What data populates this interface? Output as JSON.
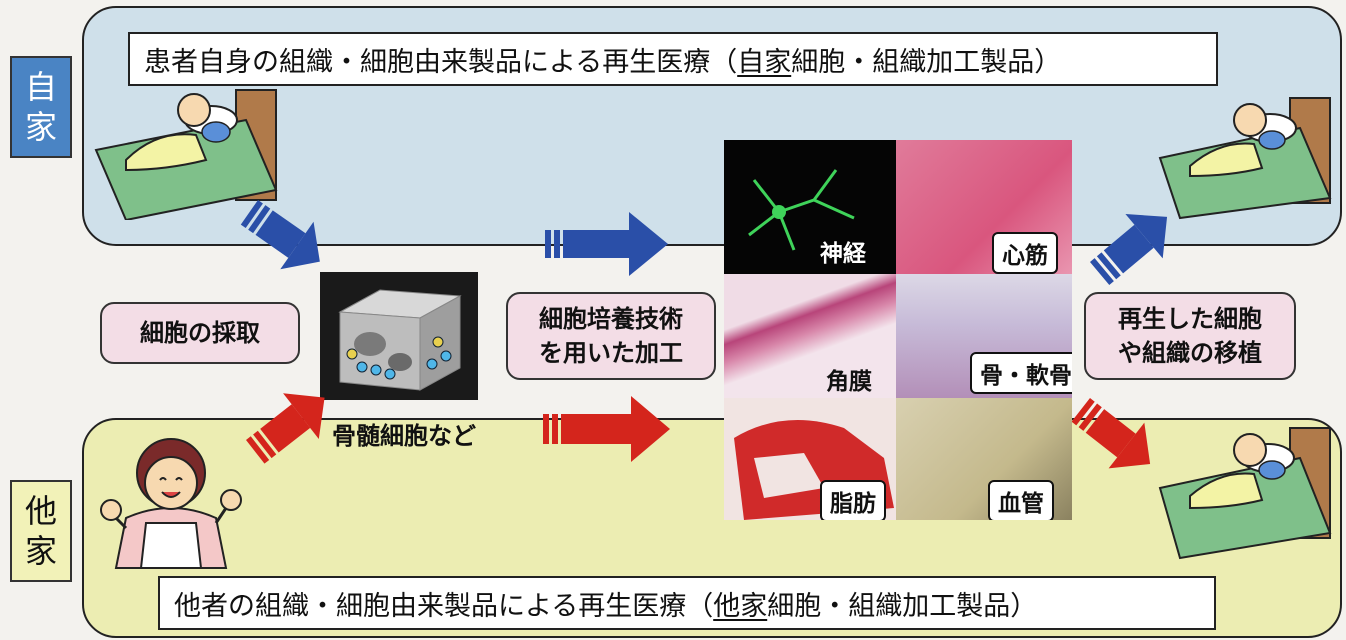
{
  "labels": {
    "side_top": [
      "自",
      "家"
    ],
    "side_bottom": [
      "他",
      "家"
    ]
  },
  "titles": {
    "top_prefix": "患者自身の組織・細胞由来製品による再生医療（",
    "top_underlined": "自家",
    "top_suffix": "細胞・組織加工製品）",
    "bottom_prefix": "他者の組織・細胞由来製品による再生医療（",
    "bottom_underlined": "他家",
    "bottom_suffix": "細胞・組織加工製品）"
  },
  "steps": {
    "collection": "細胞の採取",
    "processing": "細胞培養技術\nを用いた加工",
    "transplant": "再生した細胞\nや組織の移植"
  },
  "caption_bone_marrow": "骨髄細胞など",
  "tissues": [
    {
      "name": "神経",
      "style": "plain"
    },
    {
      "name": "心筋",
      "style": "boxed"
    },
    {
      "name": "角膜",
      "style": "plain"
    },
    {
      "name": "骨・軟骨",
      "style": "boxed"
    },
    {
      "name": "脂肪",
      "style": "boxed"
    },
    {
      "name": "血管",
      "style": "boxed"
    }
  ],
  "colors": {
    "top_panel": "#cfe0ea",
    "bottom_panel": "#ecedb2",
    "blue_arrow": "#2a4fa8",
    "red_arrow": "#d4251c",
    "pill": "#f3dde6"
  }
}
